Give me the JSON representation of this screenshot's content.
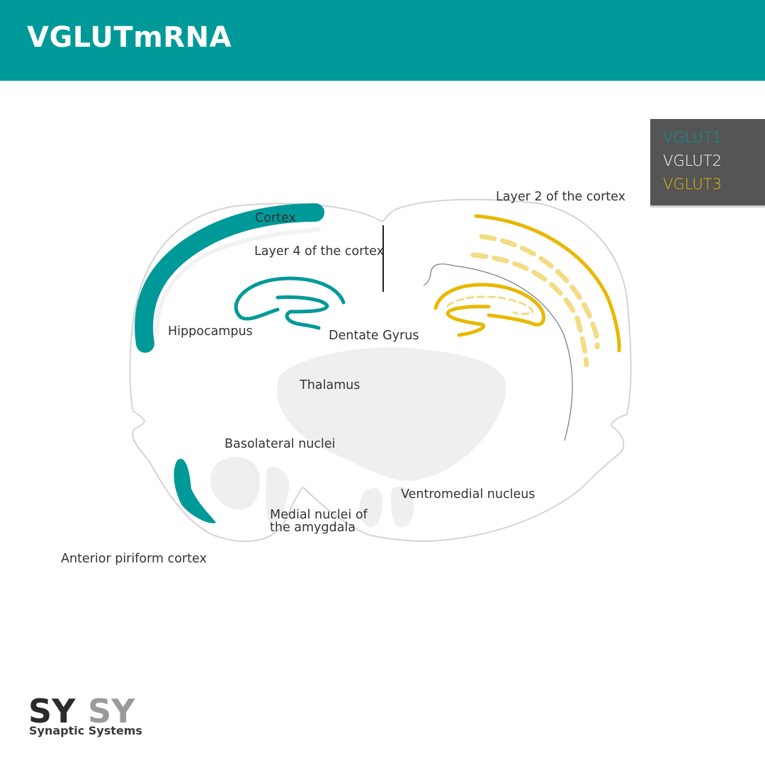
{
  "header": {
    "title": "VGLUTmRNA",
    "background": "#009999"
  },
  "legend": {
    "items": [
      {
        "label": "VGLUT1",
        "color": "#009999"
      },
      {
        "label": "VGLUT2",
        "color": "#ffffff"
      },
      {
        "label": "VGLUT3",
        "color": "#e8b800"
      }
    ]
  },
  "labels": {
    "cortex": "Cortex",
    "layer4": "Layer 4 of the cortex",
    "layer2": "Layer 2 of the cortex",
    "hippocampus": "Hippocampus",
    "dentate_gyrus": "Dentate Gyrus",
    "thalamus": "Thalamus",
    "basolateral": "Basolateral nuclei",
    "ventromedial": "Ventromedial nucleus",
    "medial_amygdala_line1": "Medial nuclei of",
    "medial_amygdala_line2": "the amygdala",
    "piriform": "Anterior piriform cortex"
  },
  "colors": {
    "vglut1": "#009999",
    "vglut3": "#e8b800",
    "vglut3_light": "#f3dc85",
    "region_fill": "#f0eff0",
    "outline": "#d4d4d4"
  },
  "logo": {
    "mark_left": "SY",
    "mark_right": "SY",
    "name": "Synaptic Systems"
  }
}
